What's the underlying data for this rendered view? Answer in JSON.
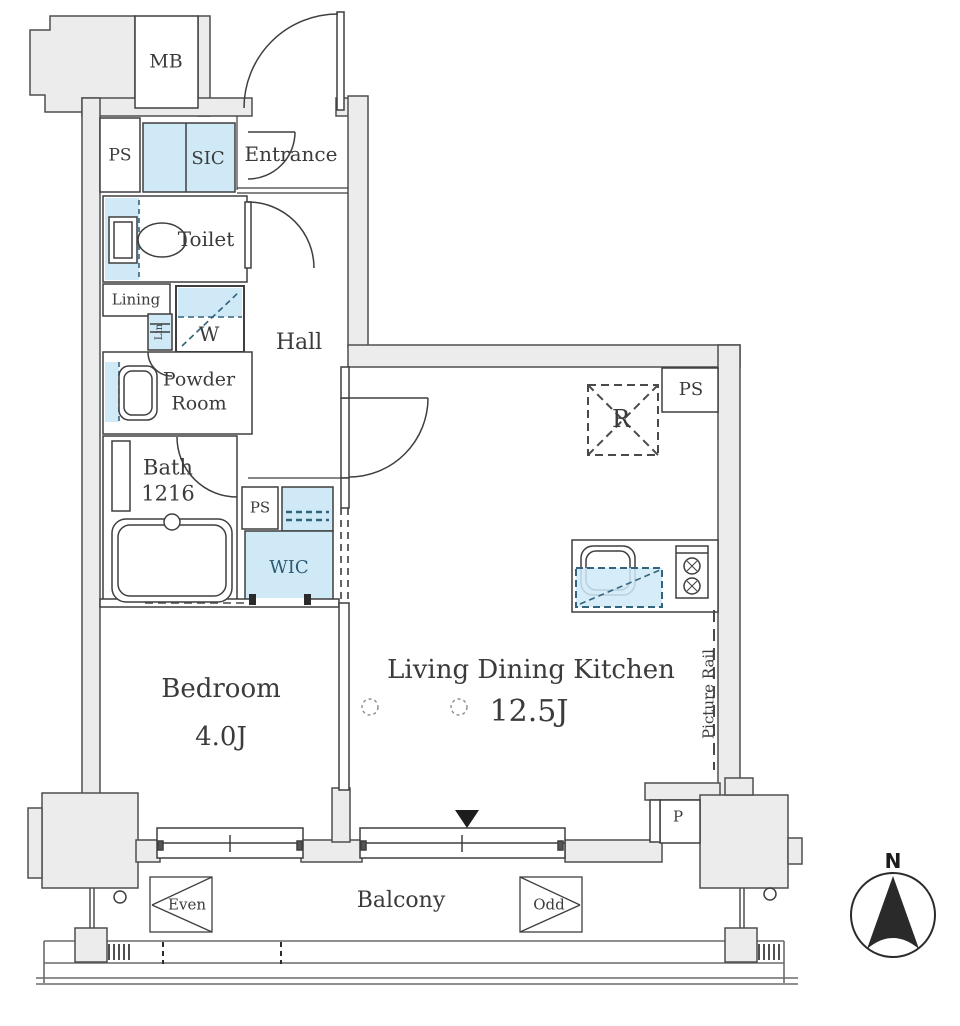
{
  "plan": {
    "labels": {
      "mb": "MB",
      "ps_top": "PS",
      "sic": "SIC",
      "entrance": "Entrance",
      "toilet": "Toilet",
      "lining": "Lining",
      "lin": "Lin",
      "washer": "W",
      "hall": "Hall",
      "powder_line1": "Powder",
      "powder_line2": "Room",
      "bath_line1": "Bath",
      "bath_line2": "1216",
      "ps_mid": "PS",
      "wic": "WIC",
      "bedroom": "Bedroom",
      "bedroom_size": "4.0J",
      "ldk": "Living Dining Kitchen",
      "ldk_size": "12.5J",
      "fridge": "R",
      "ps_kitchen": "PS",
      "picture_rail": "Picture Rail",
      "pipe": "P",
      "balcony": "Balcony",
      "even": "Even",
      "odd": "Odd",
      "north": "N"
    },
    "colors": {
      "fixture_blue": "#cfe9f7",
      "wall_gray": "#ececec",
      "line_dark": "#3f3f3f",
      "dash_teal": "#33647e"
    }
  }
}
